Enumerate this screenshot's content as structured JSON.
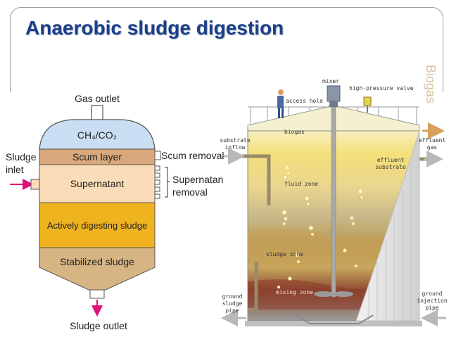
{
  "slide": {
    "title": "Anaerobic sludge digestion"
  },
  "left_diagram": {
    "gas_outlet": "Gas outlet",
    "gas_label": "CH₄/CO₂",
    "scum_layer": "Scum layer",
    "supernatant": "Supernatant",
    "actively_digesting": "Actively digesting sludge",
    "stabilized": "Stabilized sludge",
    "sludge_inlet_1": "Sludge",
    "sludge_inlet_2": "inlet",
    "scum_removal": "Scum removal",
    "supernatant_removal_1": "Supernatan",
    "supernatant_removal_2": "removal",
    "sludge_outlet": "Sludge outlet"
  },
  "right_diagram": {
    "mixer": "mixer",
    "high_pressure_valve": "high-pressure valve",
    "access_hole": "access hole",
    "biogas_watermark": "Biogas",
    "biogas": "biogas",
    "substrate_inflow_1": "substrate",
    "substrate_inflow_2": "inflow",
    "effluent_gas_1": "effluent",
    "effluent_gas_2": "gas",
    "effluent_substrate_1": "effluent",
    "effluent_substrate_2": "substrate",
    "fluid_zone": "fluid zone",
    "sludge_zone": "sludge zone",
    "mixing_zone": "mixing zone",
    "ground_sludge_pipe_1": "ground",
    "ground_sludge_pipe_2": "sludge",
    "ground_sludge_pipe_3": "pipe",
    "ground_injection_pipe_1": "ground",
    "ground_injection_pipe_2": "injection",
    "ground_injection_pipe_3": "pipe"
  },
  "colors": {
    "title": "#1b3f8a",
    "gas_dome": "#c9def2",
    "scum": "#d9a87c",
    "supernatant": "#fbdcb8",
    "active_sludge": "#f0b320",
    "stabilized": "#d7b483",
    "arrow": "#e0107a"
  }
}
